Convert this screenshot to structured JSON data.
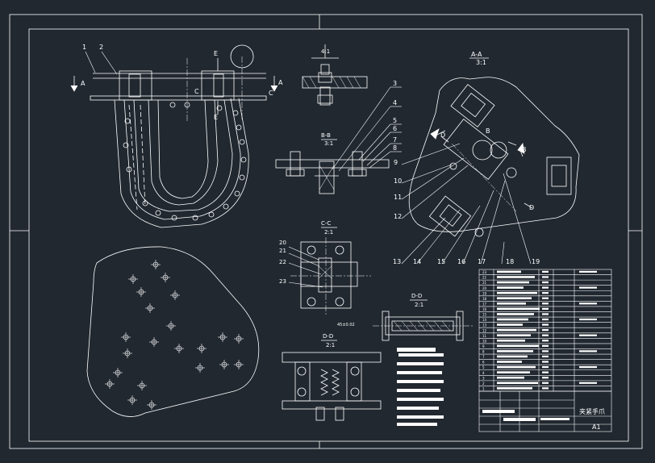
{
  "drawing": {
    "colors": {
      "background": "#212830",
      "lines": "#ffffff",
      "dim": "#d8d8d8"
    },
    "sheet_size": "A1",
    "title_block_text": "夹紧手爪",
    "view_labels": {
      "detail": [
        "4:1"
      ],
      "bb": [
        "B-B",
        "3:1"
      ],
      "aa": [
        "A-A",
        "3:1"
      ],
      "cc": [
        "C-C",
        "2:1"
      ],
      "dd": [
        "D-D",
        "2:1"
      ],
      "ee": [
        "D-D",
        "2:1"
      ]
    },
    "section_marks": [
      "A",
      "A",
      "C",
      "C",
      "E",
      "E",
      "B",
      "B",
      "D",
      "D"
    ],
    "part_numbers": [
      "1",
      "2",
      "3",
      "4",
      "5",
      "6",
      "7",
      "8",
      "9",
      "10",
      "11",
      "12",
      "13",
      "14",
      "15",
      "16",
      "17",
      "18",
      "19",
      "20",
      "21",
      "22",
      "23"
    ],
    "bom_rows": [
      "23",
      "22",
      "21",
      "20",
      "19",
      "18",
      "17",
      "16",
      "15",
      "14",
      "13",
      "12",
      "11",
      "10",
      "9",
      "8",
      "7",
      "6",
      "5",
      "4",
      "3",
      "2",
      "1"
    ],
    "small_annotation": "45±0.02"
  }
}
